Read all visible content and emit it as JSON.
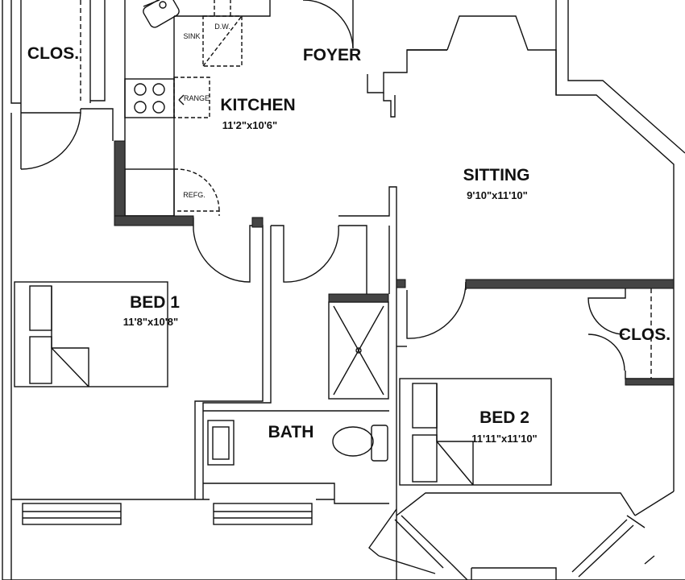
{
  "rooms": {
    "closet_1": {
      "name": "CLOS."
    },
    "foyer": {
      "name": "FOYER"
    },
    "kitchen": {
      "name": "KITCHEN",
      "dims": "11'2\"x10'6\""
    },
    "sitting": {
      "name": "SITTING",
      "dims": "9'10\"x11'10\""
    },
    "bed_1": {
      "name": "BED 1",
      "dims": "11'8\"x10'8\""
    },
    "bath": {
      "name": "BATH"
    },
    "bed_2": {
      "name": "BED 2",
      "dims": "11'11\"x11'10\""
    },
    "closet_2": {
      "name": "CLOS."
    }
  },
  "fixtures": {
    "sink": "SINK",
    "dishwasher": "D.W.",
    "range": "RANGE",
    "refrigerator": "REFG."
  },
  "colors": {
    "line": "#111111",
    "wall_fill": "#444444",
    "background": "#ffffff"
  }
}
